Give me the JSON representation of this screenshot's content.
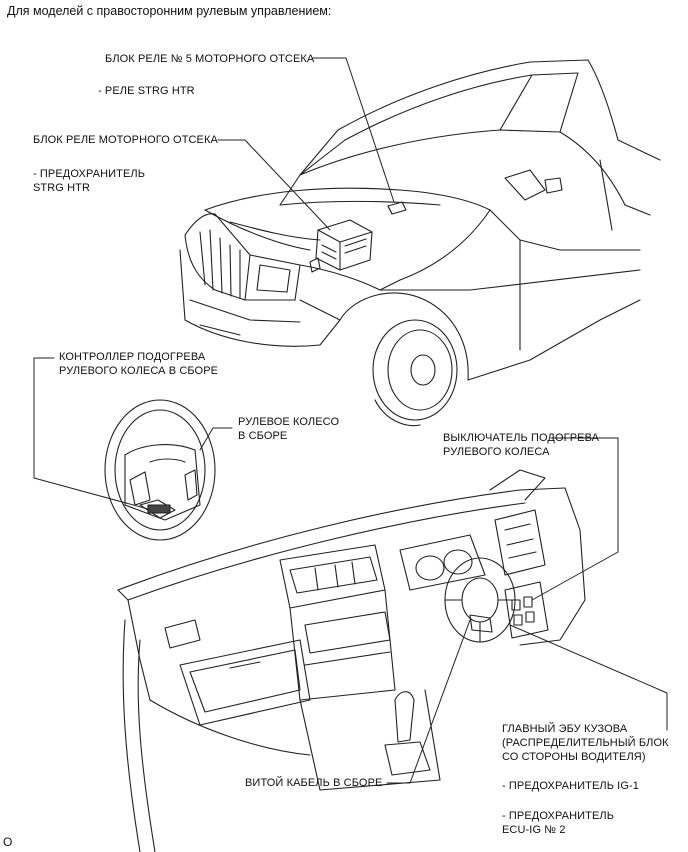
{
  "header": "Для моделей с правосторонним рулевым управлением:",
  "labels": {
    "relay_block5": "БЛОК РЕЛЕ № 5 МОТОРНОГО ОТСЕКА",
    "relay_strg": "- РЕЛЕ STRG HTR",
    "relay_block": "БЛОК РЕЛЕ МОТОРНОГО ОТСЕКА",
    "fuse_strg_1": "- ПРЕДОХРАНИТЕЛЬ",
    "fuse_strg_2": "STRG HTR",
    "controller_1": "КОНТРОЛЛЕР ПОДОГРЕВА",
    "controller_2": "РУЛЕВОГО КОЛЕСА В СБОРЕ",
    "wheel_1": "РУЛЕВОЕ КОЛЕСО",
    "wheel_2": "В СБОРЕ",
    "switch_1": "ВЫКЛЮЧАТЕЛЬ ПОДОГРЕВА",
    "switch_2": "РУЛЕВОГО КОЛЕСА",
    "body_ecu_1": "ГЛАВНЫЙ ЭБУ КУЗОВА",
    "body_ecu_2": "(РАСПРЕДЕЛИТЕЛЬНЫЙ БЛОК",
    "body_ecu_3": "СО СТОРОНЫ ВОДИТЕЛЯ)",
    "fuse_ig1": "- ПРЕДОХРАНИТЕЛЬ IG-1",
    "fuse_ecu_1": "- ПРЕДОХРАНИТЕЛЬ",
    "fuse_ecu_2": "ECU-IG № 2",
    "spiral_cable": "ВИТОЙ КАБЕЛЬ В СБОРЕ"
  },
  "caption": "O"
}
